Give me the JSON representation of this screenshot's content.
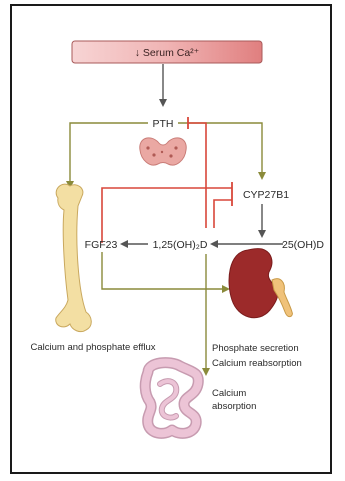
{
  "header": {
    "text": "↓ Serum Ca²⁺"
  },
  "nodes": {
    "pth": "PTH",
    "cyp27b1": "CYP27B1",
    "fgf23": "FGF23",
    "calcitriol": "1,25(OH)₂D",
    "vitd25": "25(OH)D"
  },
  "captions": {
    "bone": "Calcium and phosphate efflux",
    "kidney_line1": "Phosphate secretion",
    "kidney_line2": "Calcium reabsorption",
    "gut_line1": "Calcium",
    "gut_line2": "absorption"
  },
  "colors": {
    "stimulate": "#8a8a3a",
    "inhibit": "#d9473a",
    "header_fill": "#e9a3a3",
    "bone": "#f2dfa0",
    "kidney": "#9c2a2a",
    "thyroid": "#e9a9a4",
    "gut": "#e6bdd0"
  }
}
